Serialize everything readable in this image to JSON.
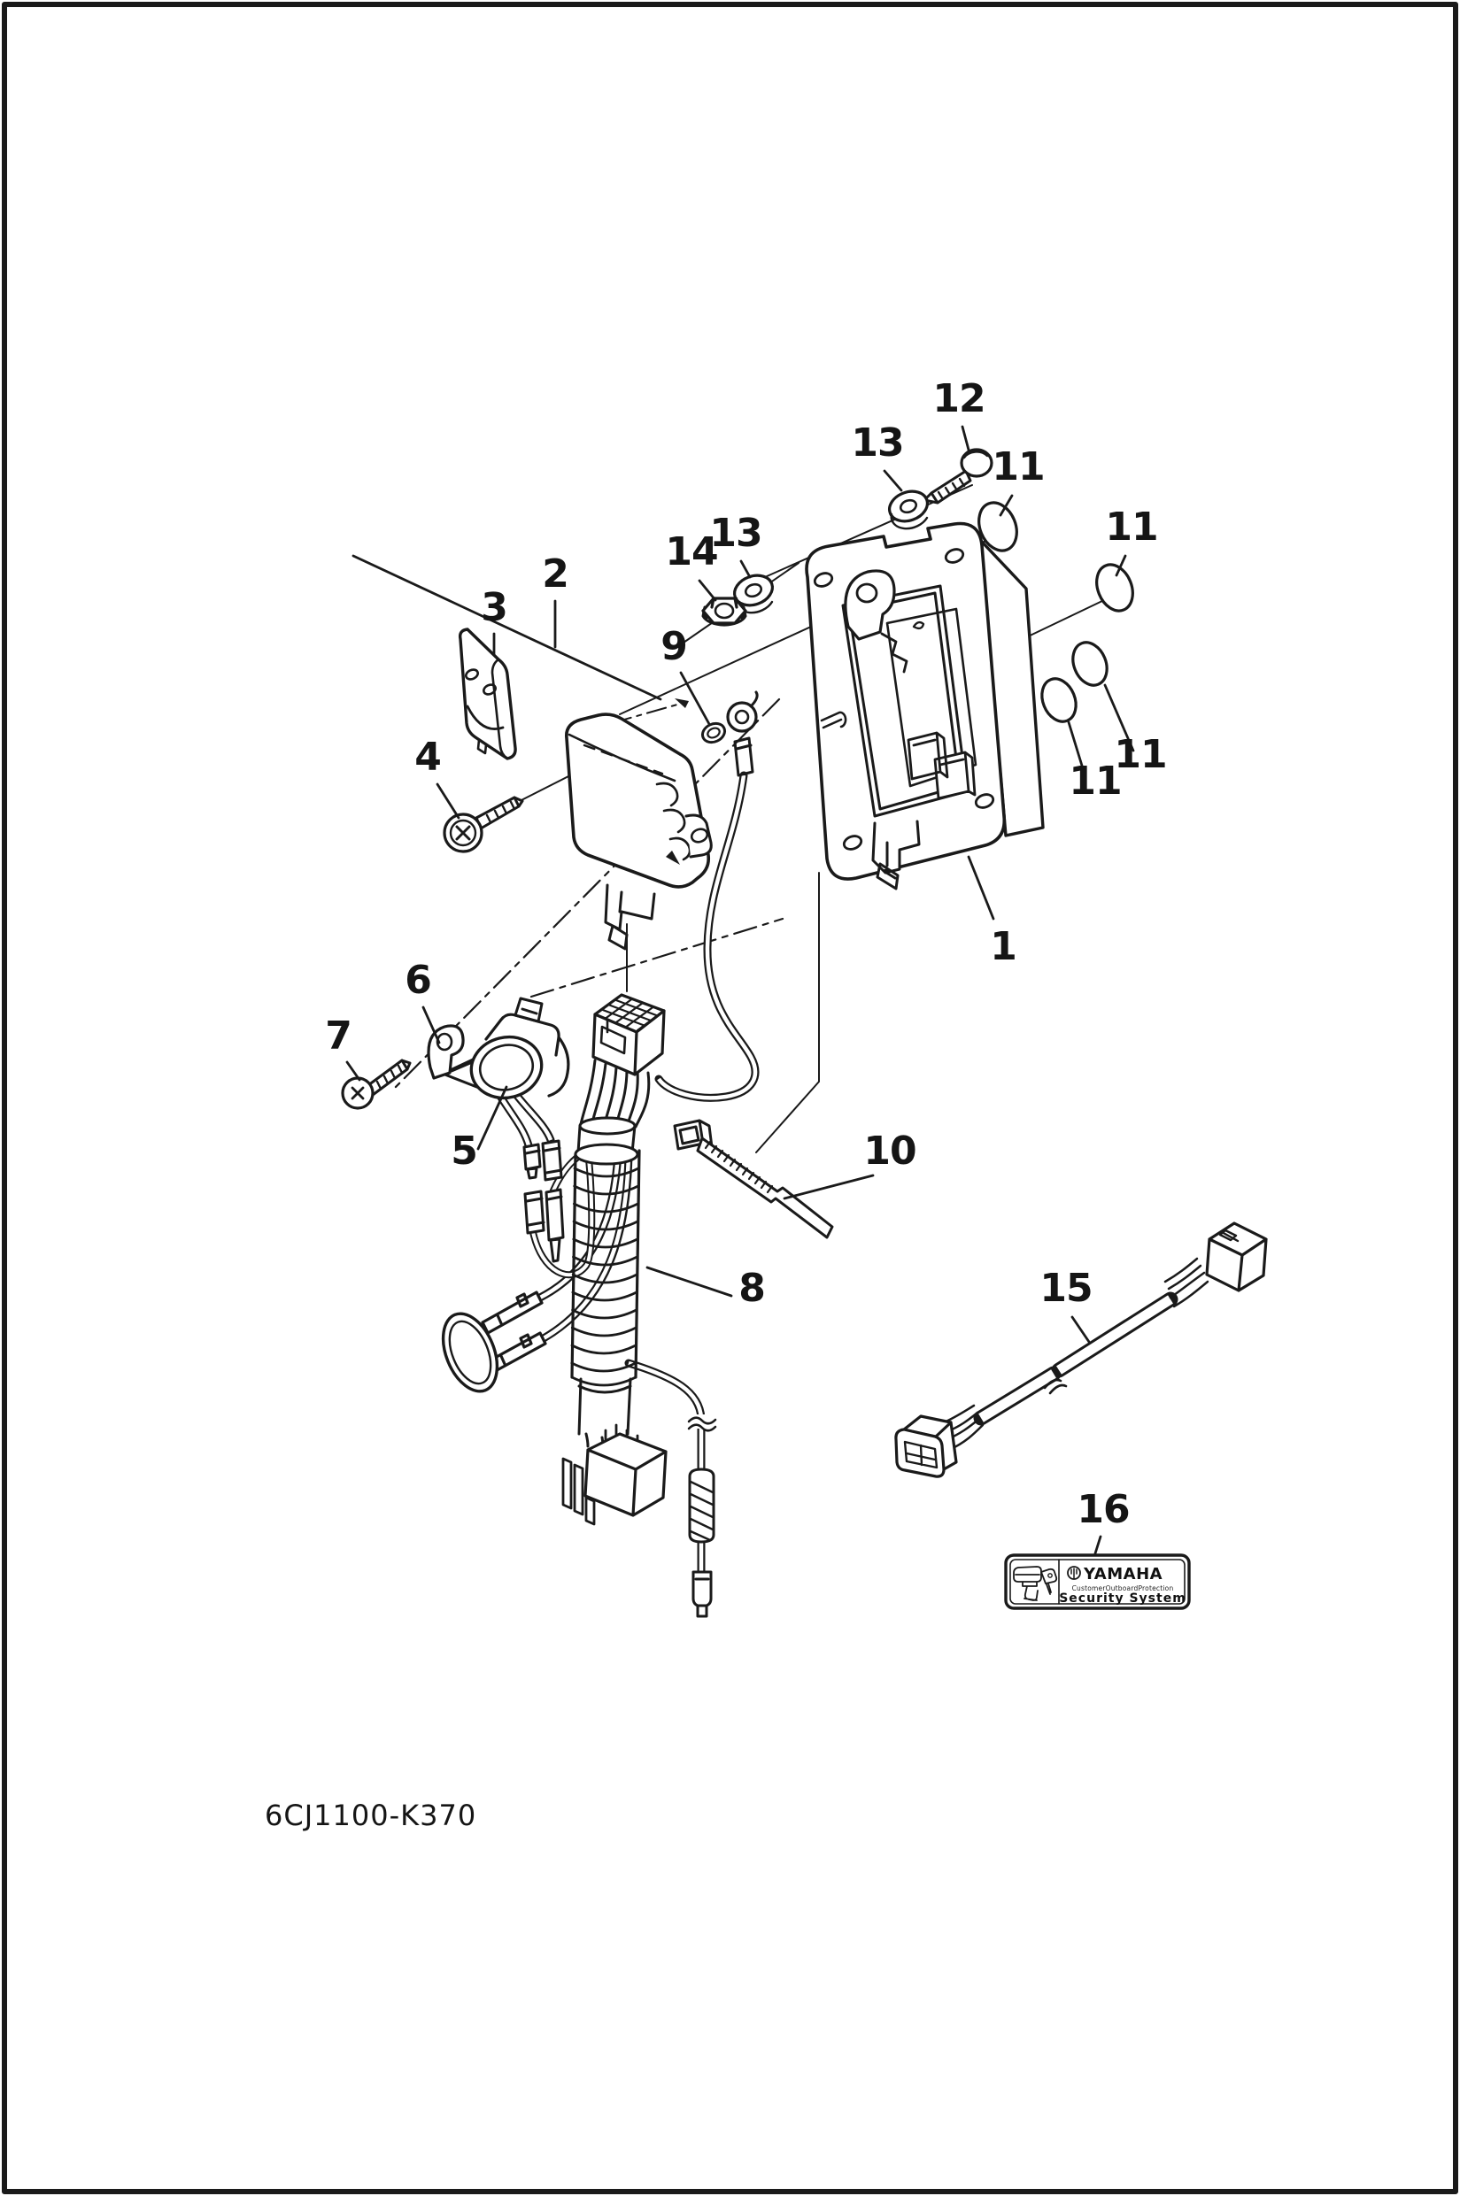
{
  "page": {
    "background": "#ffffff",
    "line_color": "#1a1a1a"
  },
  "footer": {
    "part_code": "6CJ1100-K370"
  },
  "sticker": {
    "brand": "YAMAHA",
    "mark_icon": "yamaha-tuning-fork-icon",
    "motor_icon": "outboard-motor-with-key-icon",
    "subtitle": "CustomerOutboardProtection",
    "title": "Security System"
  },
  "diagram": {
    "callouts": [
      {
        "ref": "1",
        "part": "bracket-box"
      },
      {
        "ref": "2",
        "part": "immobilizer-unit-assembly"
      },
      {
        "ref": "3",
        "part": "cover"
      },
      {
        "ref": "4",
        "part": "screw"
      },
      {
        "ref": "5",
        "part": "receiver-unit"
      },
      {
        "ref": "6",
        "part": "clamp"
      },
      {
        "ref": "7",
        "part": "screw"
      },
      {
        "ref": "8",
        "part": "wire-harness"
      },
      {
        "ref": "9",
        "part": "o-ring"
      },
      {
        "ref": "10",
        "part": "cable-tie"
      },
      {
        "ref": "11",
        "part": "cap"
      },
      {
        "ref": "11",
        "part": "cap"
      },
      {
        "ref": "11",
        "part": "cap"
      },
      {
        "ref": "11",
        "part": "cap"
      },
      {
        "ref": "12",
        "part": "screw"
      },
      {
        "ref": "13",
        "part": "washer"
      },
      {
        "ref": "13",
        "part": "washer"
      },
      {
        "ref": "14",
        "part": "nut"
      },
      {
        "ref": "15",
        "part": "extension-wire-lead"
      },
      {
        "ref": "16",
        "part": "security-system-label"
      }
    ]
  }
}
